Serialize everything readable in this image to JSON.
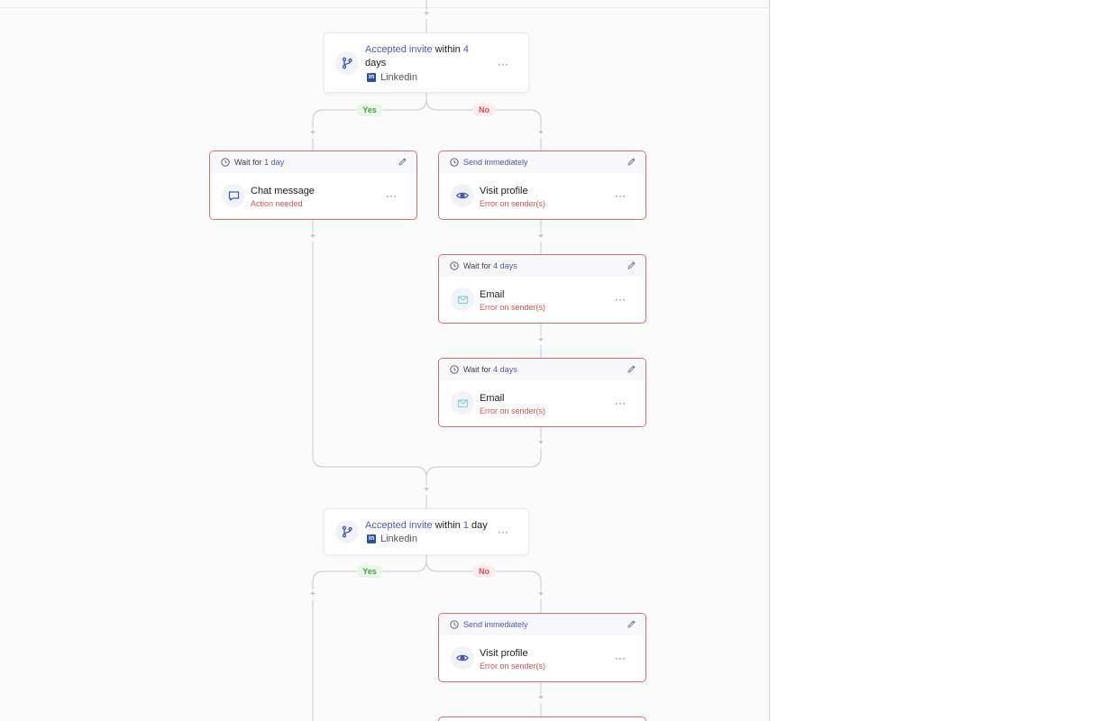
{
  "colors": {
    "accent": "#4c5bb1",
    "error": "#d9534f",
    "error_border": "#dd6b76",
    "yes_green": "#4aa043",
    "linkedin_blue": "#2e4fa0"
  },
  "add_symbol": "+",
  "more_symbol": "···",
  "conditions": [
    {
      "title_highlight": "Accepted invite",
      "title_mid": " within ",
      "title_value": "4",
      "title_unit": " days",
      "channel": "Linkedin",
      "channel_icon": "linkedin-icon",
      "icon": "branch-icon",
      "yes_label": "Yes",
      "no_label": "No"
    },
    {
      "title_highlight": "Accepted invite",
      "title_mid": " within ",
      "title_value": "1",
      "title_unit": " day",
      "channel": "Linkedin",
      "channel_icon": "linkedin-icon",
      "icon": "branch-icon",
      "yes_label": "Yes",
      "no_label": "No"
    }
  ],
  "steps": [
    {
      "timing_prefix": "Wait for ",
      "timing_value": "1 day",
      "title": "Chat message",
      "status": "Action needed",
      "icon": "chat-icon"
    },
    {
      "timing_prefix": "",
      "timing_value": "Send immediately",
      "title": "Visit profile",
      "status": "Error on sender(s)",
      "icon": "eye-icon"
    },
    {
      "timing_prefix": "Wait for ",
      "timing_value": "4 days",
      "title": "Email",
      "status": "Error on sender(s)",
      "icon": "mail-icon"
    },
    {
      "timing_prefix": "Wait for ",
      "timing_value": "4 days",
      "title": "Email",
      "status": "Error on sender(s)",
      "icon": "mail-icon"
    },
    {
      "timing_prefix": "",
      "timing_value": "Send immediately",
      "title": "Visit profile",
      "status": "Error on sender(s)",
      "icon": "eye-icon"
    }
  ]
}
